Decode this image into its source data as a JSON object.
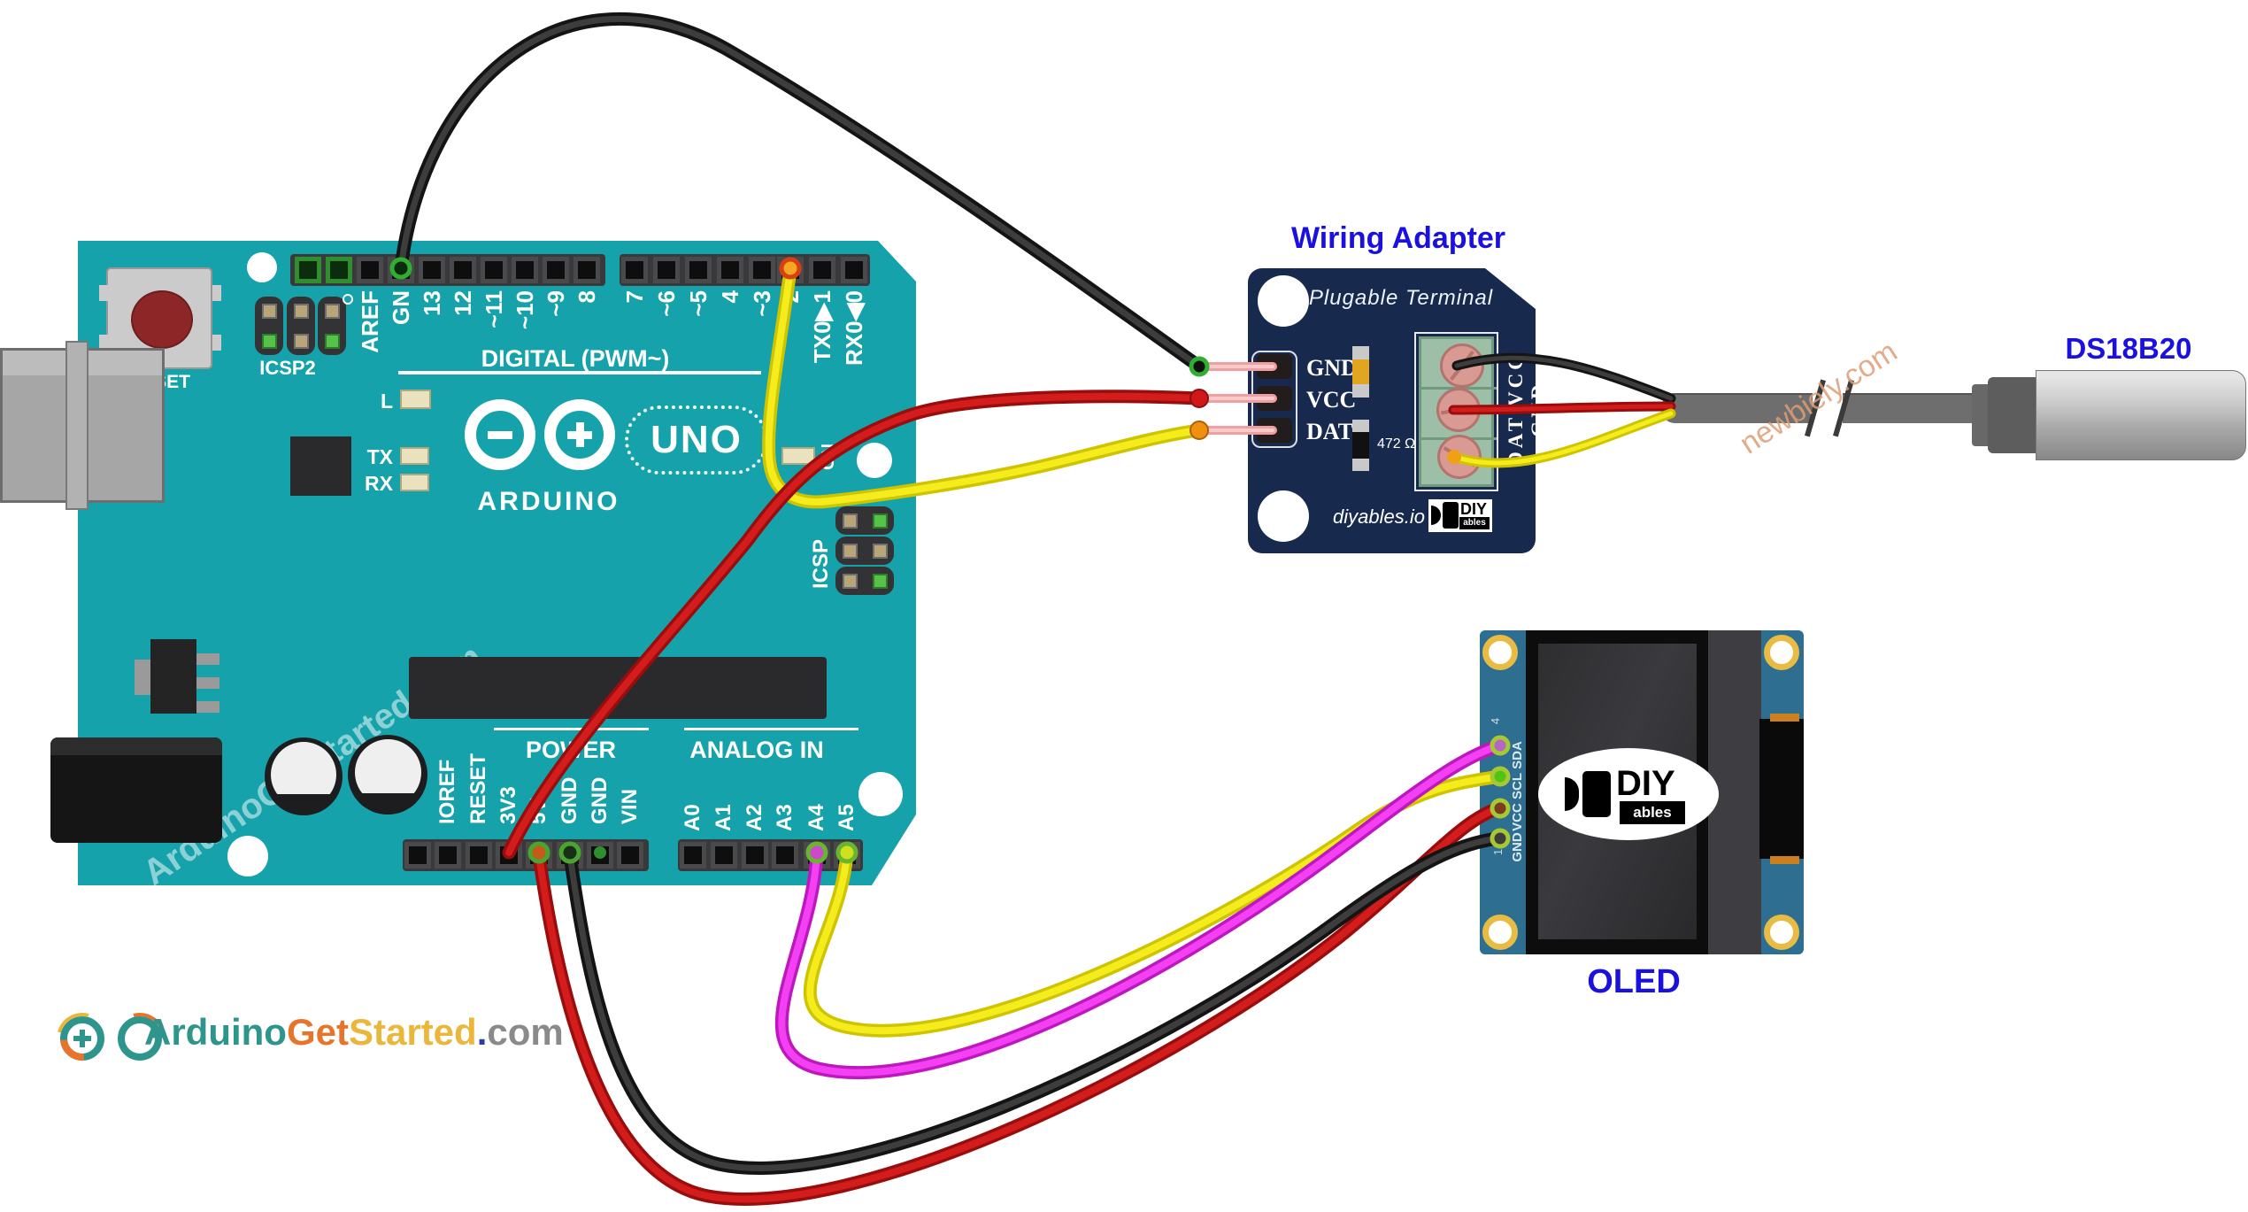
{
  "arduino": {
    "watermark": "ArduinoGetStarted.com",
    "reset": "RESET",
    "icsp2": "ICSP2",
    "icsp": "ICSP",
    "digital_title": "DIGITAL (PWM~)",
    "power_title": "POWER",
    "analog_title": "ANALOG IN",
    "brand": "ARDUINO",
    "model": "UNO",
    "on": "ON",
    "led_l": "L",
    "led_tx": "TX",
    "led_rx": "RX",
    "digital_pins_left": [
      "AREF",
      "GN",
      "13",
      "12",
      "~11",
      "~10",
      "~9",
      "8"
    ],
    "digital_pins_right": [
      "7",
      "~6",
      "~5",
      "4",
      "~3",
      "2",
      "TX0▶1",
      "RX0◀0"
    ],
    "power_pins": [
      "IOREF",
      "RESET",
      "3V3",
      "5V",
      "GND",
      "GND",
      "VIN"
    ],
    "analog_pins": [
      "A0",
      "A1",
      "A2",
      "A3",
      "A4",
      "A5"
    ]
  },
  "adapter": {
    "title": "Wiring Adapter",
    "board_name": "Plugable Terminal",
    "pin_labels": [
      "GND",
      "VCC",
      "DAT"
    ],
    "resistor_value": "472 Ω",
    "terminal_labels": "DAT VCC GND",
    "brand": "diyables.io",
    "logo_main": "DIY",
    "logo_sub": "ables"
  },
  "sensor": {
    "title": "DS18B20",
    "watermark": "newbiely.com"
  },
  "oled": {
    "title": "OLED",
    "pin_labels": [
      "SDA",
      "SCL",
      "VCC",
      "GND"
    ],
    "pin_first": "4",
    "pin_last": "1",
    "logo_main": "DIY",
    "logo_sub": "ables"
  },
  "footer": {
    "logo_arduino": "Arduino",
    "logo_get": "Get",
    "logo_started": "Started",
    "logo_dot": ".",
    "logo_com": "com"
  },
  "colors": {
    "board_teal": "#16a2ab",
    "adapter_navy": "#18294e",
    "oled_pcb": "#2d6e91",
    "label_blue": "#1a10e0",
    "wire_red": "#d31c1c",
    "wire_black": "#2b2b2b",
    "wire_yellow": "#f5ec1e",
    "wire_magenta": "#f340f3"
  },
  "connections": [
    {
      "wire": "black",
      "from": "Arduino GND (digital header)",
      "to": "Adapter GND"
    },
    {
      "wire": "red",
      "from": "Arduino 3V3",
      "to": "Adapter VCC"
    },
    {
      "wire": "yellow",
      "from": "Arduino D2",
      "to": "Adapter DAT"
    },
    {
      "wire": "black",
      "from": "Adapter terminal GND",
      "to": "DS18B20 cable"
    },
    {
      "wire": "red",
      "from": "Adapter terminal VCC",
      "to": "DS18B20 cable"
    },
    {
      "wire": "yellow",
      "from": "Adapter terminal DAT",
      "to": "DS18B20 cable"
    },
    {
      "wire": "magenta",
      "from": "Arduino A4",
      "to": "OLED SDA"
    },
    {
      "wire": "yellow",
      "from": "Arduino A5",
      "to": "OLED SCL"
    },
    {
      "wire": "red",
      "from": "Arduino 5V",
      "to": "OLED VCC"
    },
    {
      "wire": "black",
      "from": "Arduino GND (power header)",
      "to": "OLED GND"
    }
  ]
}
